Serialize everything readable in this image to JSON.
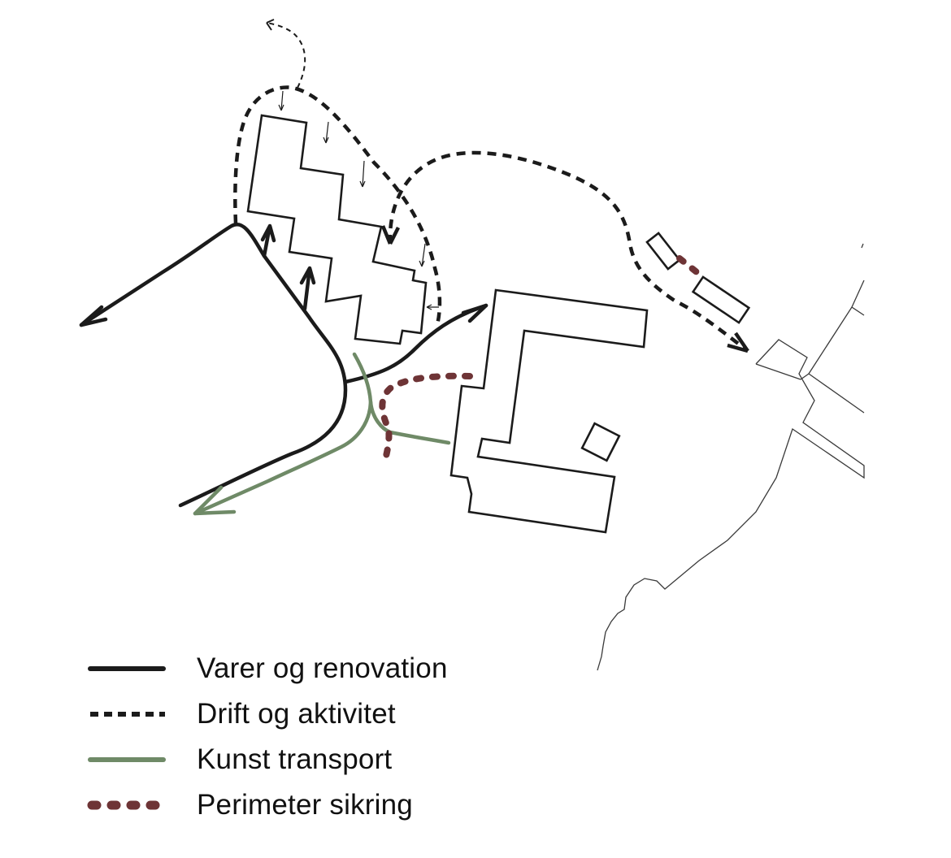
{
  "colors": {
    "line": "#1b1b1b",
    "green": "#6f8a67",
    "maroon": "#6e3436",
    "coast": "#3a3a3a"
  },
  "legend": [
    {
      "label": "Varer og renovation",
      "style": "solid-black"
    },
    {
      "label": "Drift og aktivitet",
      "style": "dashed-black"
    },
    {
      "label": "Kunst transport",
      "style": "solid-green"
    },
    {
      "label": "Perimeter sikring",
      "style": "dotted-maroon"
    }
  ]
}
